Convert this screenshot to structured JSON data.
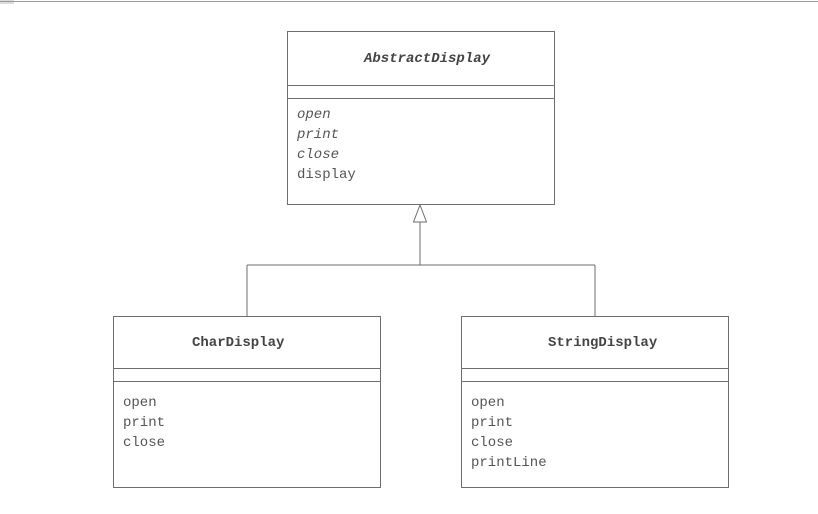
{
  "classes": {
    "abstract_display": {
      "name": "AbstractDisplay",
      "name_italic": true,
      "methods": [
        {
          "label": "open",
          "abstract": true
        },
        {
          "label": "print",
          "abstract": true
        },
        {
          "label": "close",
          "abstract": true
        },
        {
          "label": "display",
          "abstract": false
        }
      ]
    },
    "char_display": {
      "name": "CharDisplay",
      "name_italic": false,
      "methods": [
        {
          "label": "open",
          "abstract": false
        },
        {
          "label": "print",
          "abstract": false
        },
        {
          "label": "close",
          "abstract": false
        }
      ]
    },
    "string_display": {
      "name": "StringDisplay",
      "name_italic": false,
      "methods": [
        {
          "label": "open",
          "abstract": false
        },
        {
          "label": "print",
          "abstract": false
        },
        {
          "label": "close",
          "abstract": false
        },
        {
          "label": "printLine",
          "abstract": false
        }
      ]
    }
  },
  "relationship": {
    "type": "generalization",
    "parent": "AbstractDisplay",
    "children": [
      "CharDisplay",
      "StringDisplay"
    ]
  },
  "colors": {
    "line": "#6e6e6e",
    "text": "#555555"
  }
}
